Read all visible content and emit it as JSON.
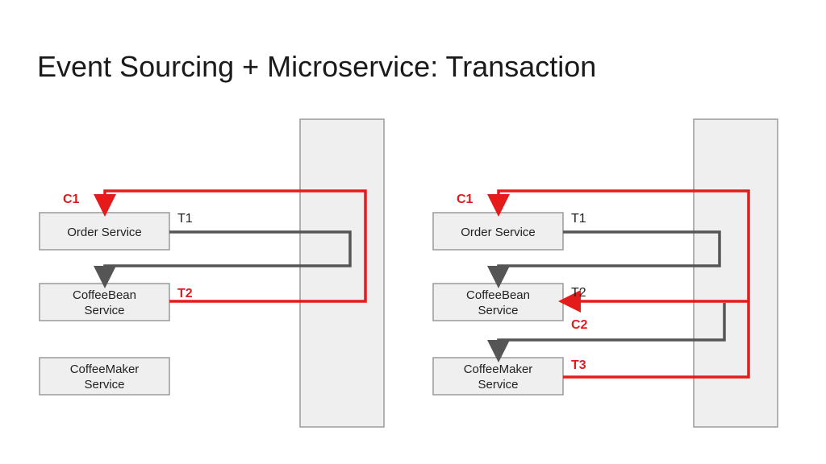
{
  "slide": {
    "title": "Event Sourcing + Microservice: Transaction"
  },
  "left_diagram": {
    "services": {
      "order": "Order Service",
      "coffeebean": [
        "CoffeeBean",
        "Service"
      ],
      "coffeemaker": [
        "CoffeeMaker",
        "Service"
      ]
    },
    "labels": {
      "c1": "C1",
      "t1": "T1",
      "t2": "T2"
    }
  },
  "right_diagram": {
    "services": {
      "order": "Order Service",
      "coffeebean": [
        "CoffeeBean",
        "Service"
      ],
      "coffeemaker": [
        "CoffeeMaker",
        "Service"
      ]
    },
    "labels": {
      "c1": "C1",
      "t1": "T1",
      "t2": "T2",
      "c2": "C2",
      "t3": "T3"
    }
  },
  "colors": {
    "accent_red": "#e31b1b",
    "dark_gray": "#555555",
    "box_fill": "#efefef",
    "box_stroke": "#9a9a9a"
  }
}
